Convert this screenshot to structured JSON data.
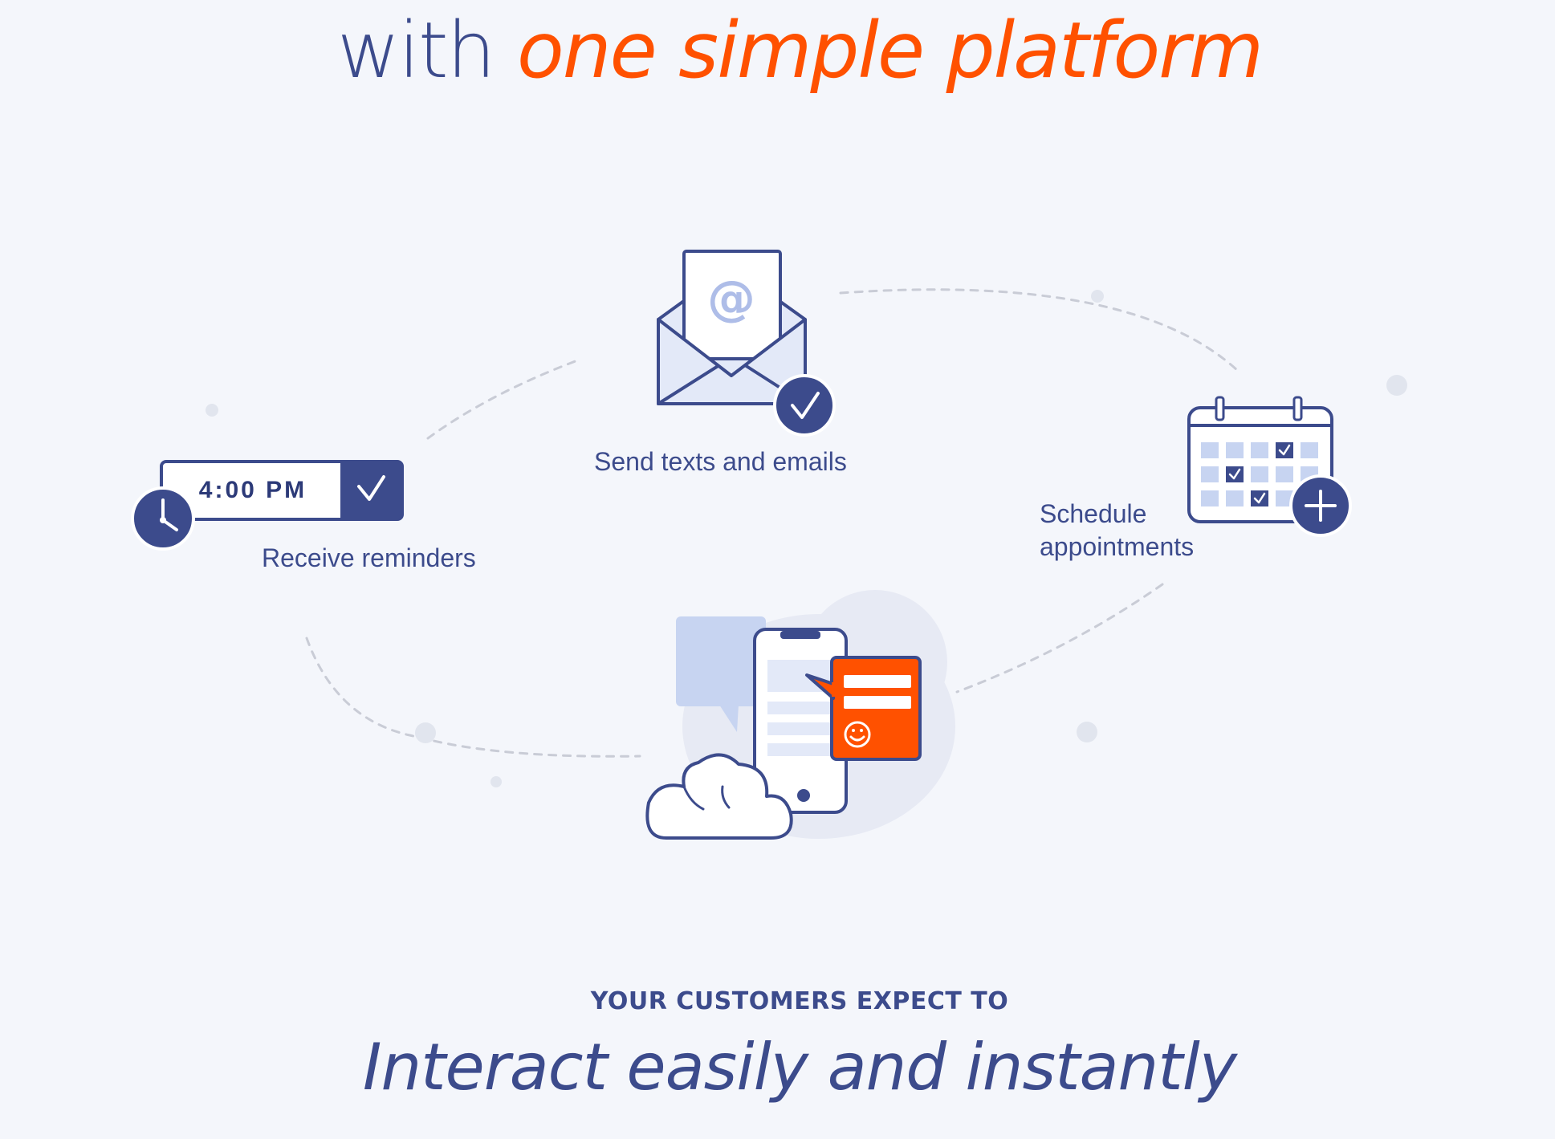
{
  "headline": {
    "plain": "with ",
    "accent": "one simple platform"
  },
  "features": {
    "send": {
      "label": "Send texts and emails",
      "icon": "envelope-at-icon",
      "badge_icon": "check-badge-icon",
      "symbol": "@"
    },
    "reminders": {
      "label": "Receive reminders",
      "time": "4:00 PM",
      "icon": "clock-icon",
      "badge_icon": "check-icon"
    },
    "schedule": {
      "label_line1": "Schedule",
      "label_line2": "appointments",
      "icon": "calendar-icon",
      "badge_icon": "plus-icon"
    },
    "chat": {
      "icon": "phone-chat-icon"
    }
  },
  "footer": {
    "eyebrow": "YOUR CUSTOMERS EXPECT TO",
    "tagline": "Interact easily and instantly"
  },
  "colors": {
    "navy": "#3c4b8c",
    "orange": "#ff5100",
    "light_blue": "#c7d4f1",
    "background": "#f4f6fb"
  }
}
